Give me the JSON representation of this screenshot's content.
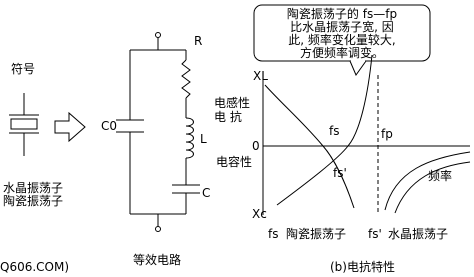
{
  "symbol": {
    "label": "符号",
    "caption_line1": "水晶振荡子",
    "caption_line2": "陶瓷振荡子"
  },
  "circuit": {
    "c0_label": "C0",
    "r_label": "R",
    "l_label": "L",
    "c_label": "C",
    "caption": "等效电路",
    "watermark": "Q606.COM)"
  },
  "characteristic": {
    "callout_lines": [
      "陶瓷振荡子的 fs—fp",
      "比水晶振荡子宽, 因",
      "此, 频率变化量较大,",
      "方便频率调变。"
    ],
    "xl_label": "XL",
    "inductive_label_line1": "电感性",
    "inductive_label_line2": "电 抗",
    "zero_label": "0",
    "capacitive_label": "电容性",
    "xc_label": "Xc",
    "fs_label": "fs",
    "fs_prime_label": "fs'",
    "fp_label": "fp",
    "freq_label": "频率",
    "bottom_fs": "fs",
    "bottom_ceramic": "陶瓷振荡子",
    "bottom_fs_prime": "fs'",
    "bottom_crystal": "水晶振荡子",
    "caption": "(b)电抗特性"
  }
}
